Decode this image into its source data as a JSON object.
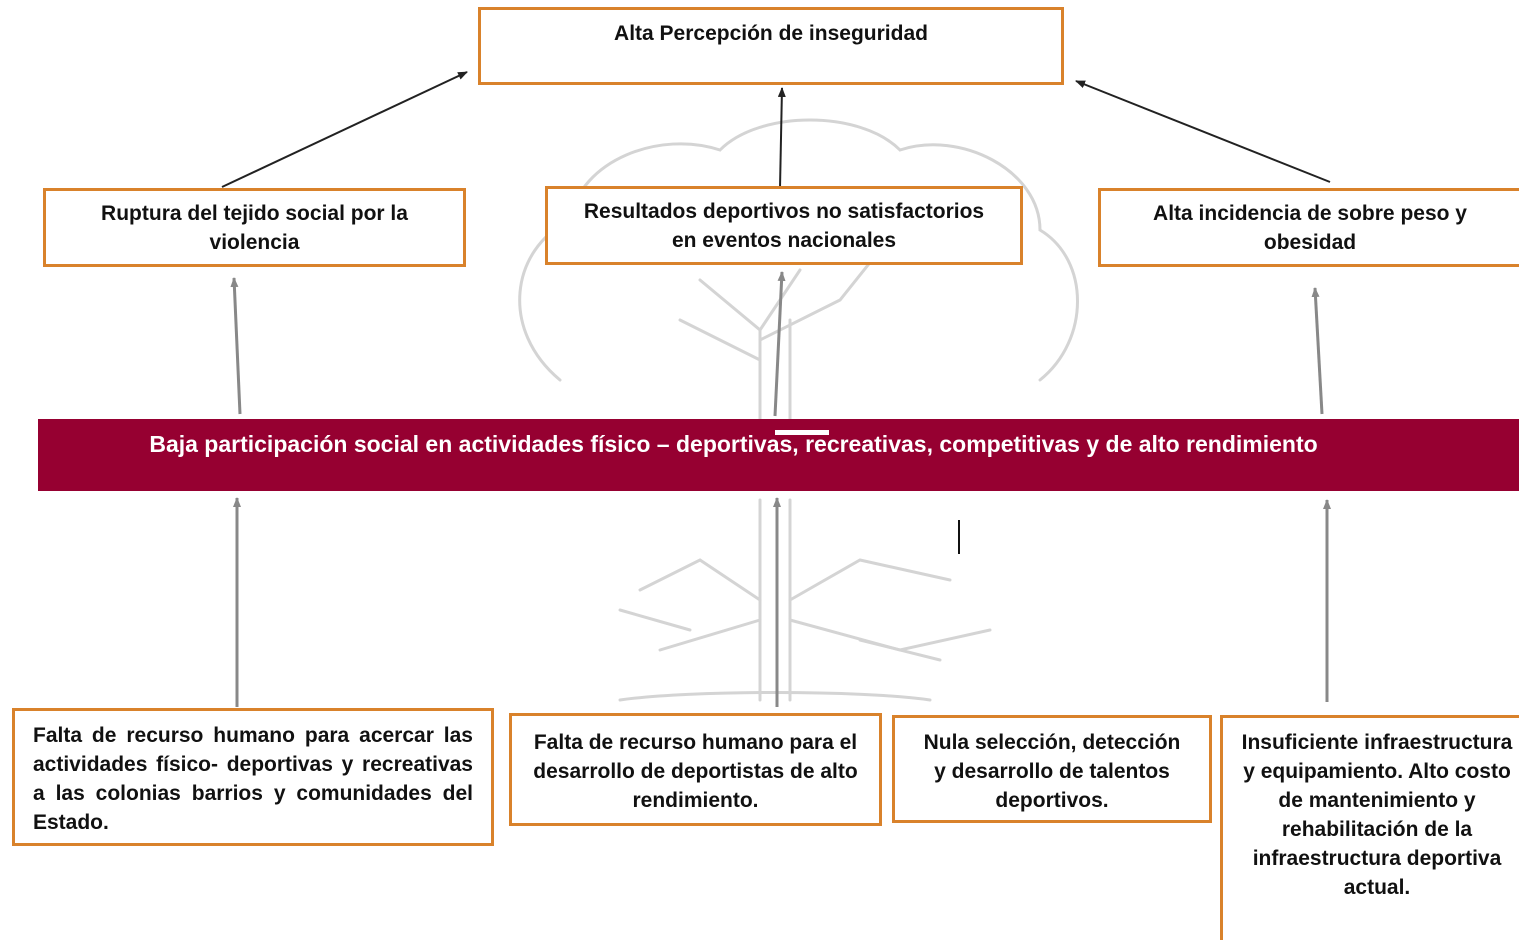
{
  "top_effect": "Alta Percepción de inseguridad",
  "effects": [
    "Ruptura del tejido social por la violencia",
    "Resultados deportivos no satisfactorios en eventos nacionales",
    "Alta incidencia de sobre peso y obesidad"
  ],
  "central_problem": "Baja participación social en actividades físico – deportivas, recreativas, competitivas y de alto rendimiento",
  "causes": [
    "Falta de recurso humano para acercar las actividades físico- deportivas y recreativas a las colonias barrios y comunidades del Estado.",
    "Falta de recurso humano para el desarrollo de deportistas de alto rendimiento.",
    "Nula selección, detección y desarrollo de talentos deportivos.",
    "Insuficiente infraestructura y equipamiento. Alto costo de mantenimiento y rehabilitación de la infraestructura deportiva actual."
  ],
  "colors": {
    "box_border": "#d9822b",
    "banner_fill": "#960031",
    "banner_text": "#ffffff",
    "arrow_dark": "#222222",
    "arrow_gray": "#888888",
    "watermark": "#d4d4d4"
  }
}
